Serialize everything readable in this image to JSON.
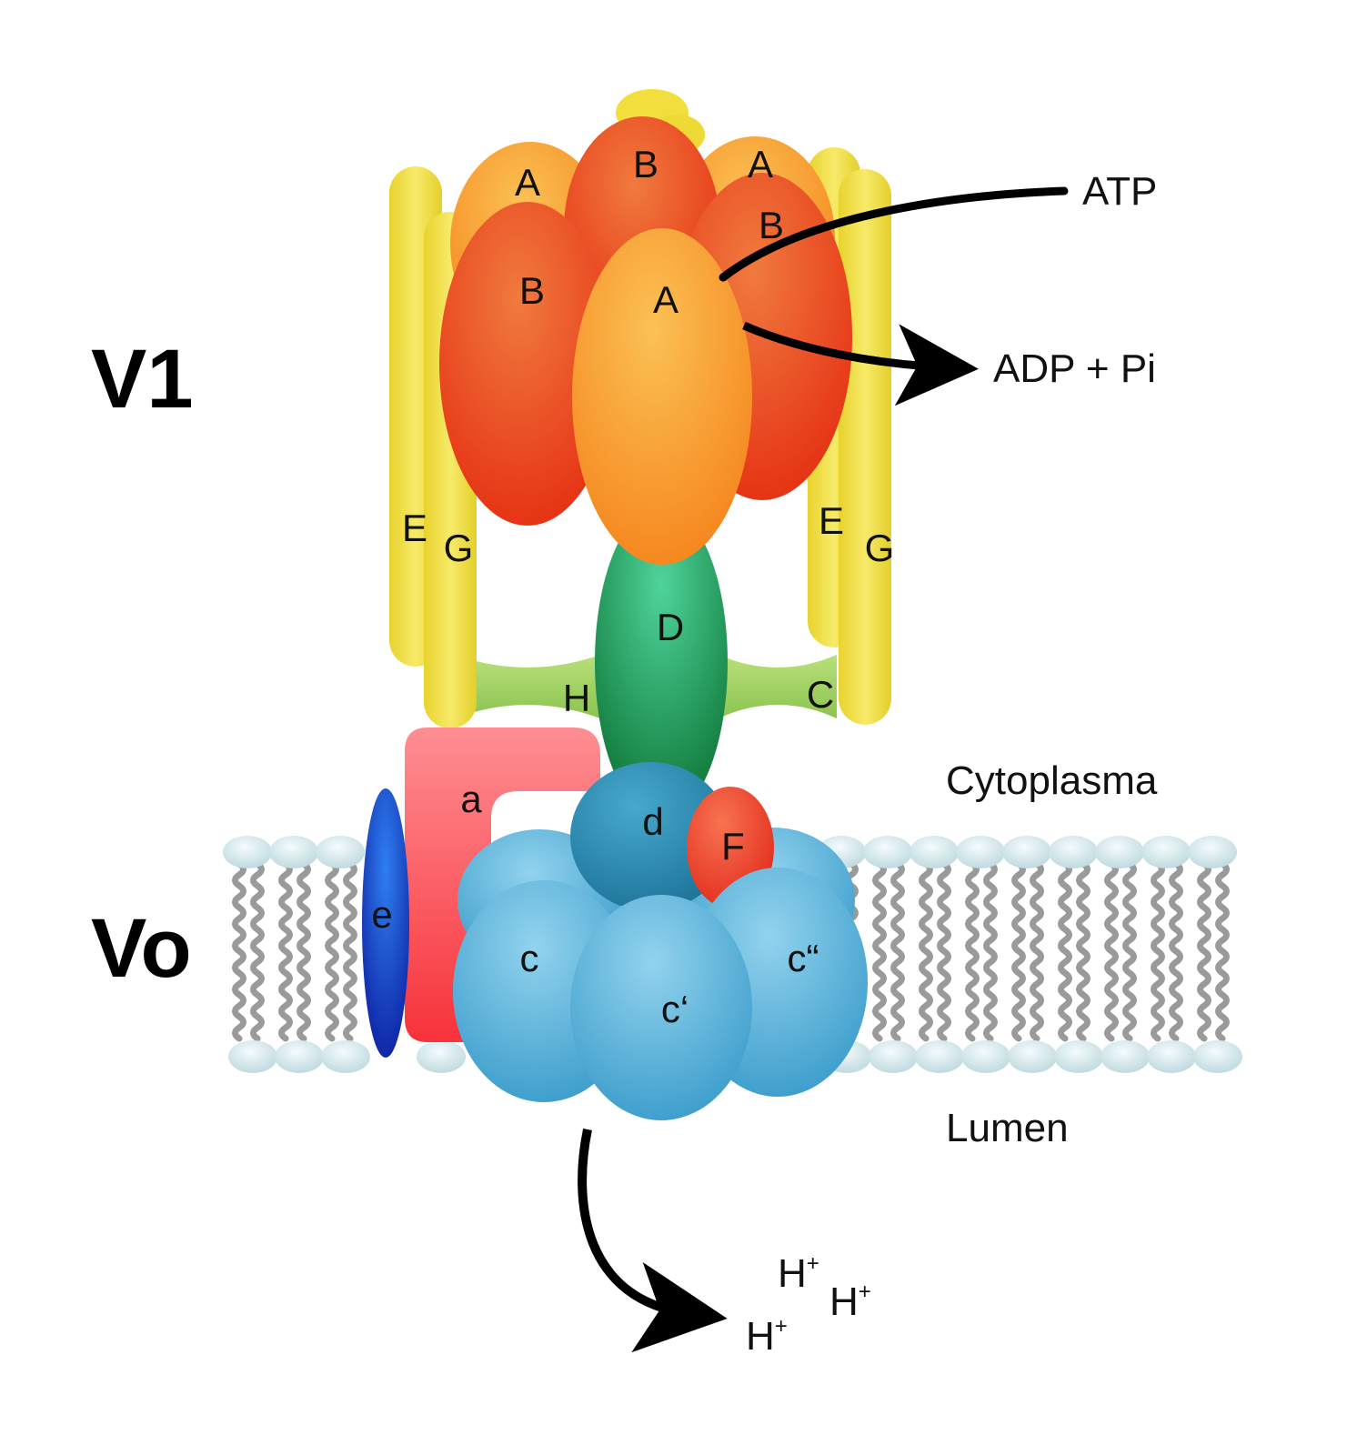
{
  "sections": {
    "v1": "V1",
    "vo": "Vo"
  },
  "regions": {
    "cytoplasm": "Cytoplasma",
    "lumen": "Lumen"
  },
  "reaction": {
    "input": "ATP",
    "output": "ADP + Pi",
    "proton_base": "H",
    "proton_charge": "+"
  },
  "subunits": {
    "A_back_left": "A",
    "B_back": "B",
    "A_back_right": "A",
    "B_front_left": "B",
    "B_front_right": "B",
    "A_front": "A",
    "E_left": "E",
    "G_left": "G",
    "E_right": "E",
    "G_right": "G",
    "D": "D",
    "H": "H",
    "C": "C",
    "a": "a",
    "d": "d",
    "F": "F",
    "e": "e",
    "c": "c",
    "c_prime": "c‘",
    "c_double_prime": "c“"
  },
  "colors": {
    "subunit_A": "#f7a23c",
    "subunit_B": "#ee5a26",
    "stalk_EG": "#f2e04a",
    "subunit_D": "#1f9a5a",
    "subunits_HC": "#a9d56a",
    "subunit_a": "#fb6b72",
    "subunit_d": "#2e94bb",
    "subunit_F": "#f0442c",
    "subunit_e": "#1336b8",
    "c_ring": "#55b4dc",
    "membrane_head": "#dfeff3",
    "membrane_tail": "#9a9a9a"
  }
}
